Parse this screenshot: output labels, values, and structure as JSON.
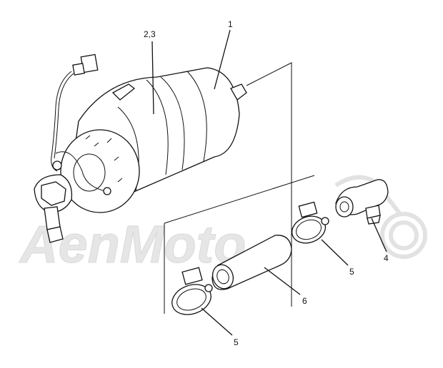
{
  "watermark": "AenMoto",
  "callouts": {
    "c1": "1",
    "c23": "2,3",
    "c4": "4",
    "c5a": "5",
    "c5b": "5",
    "c6": "6"
  }
}
